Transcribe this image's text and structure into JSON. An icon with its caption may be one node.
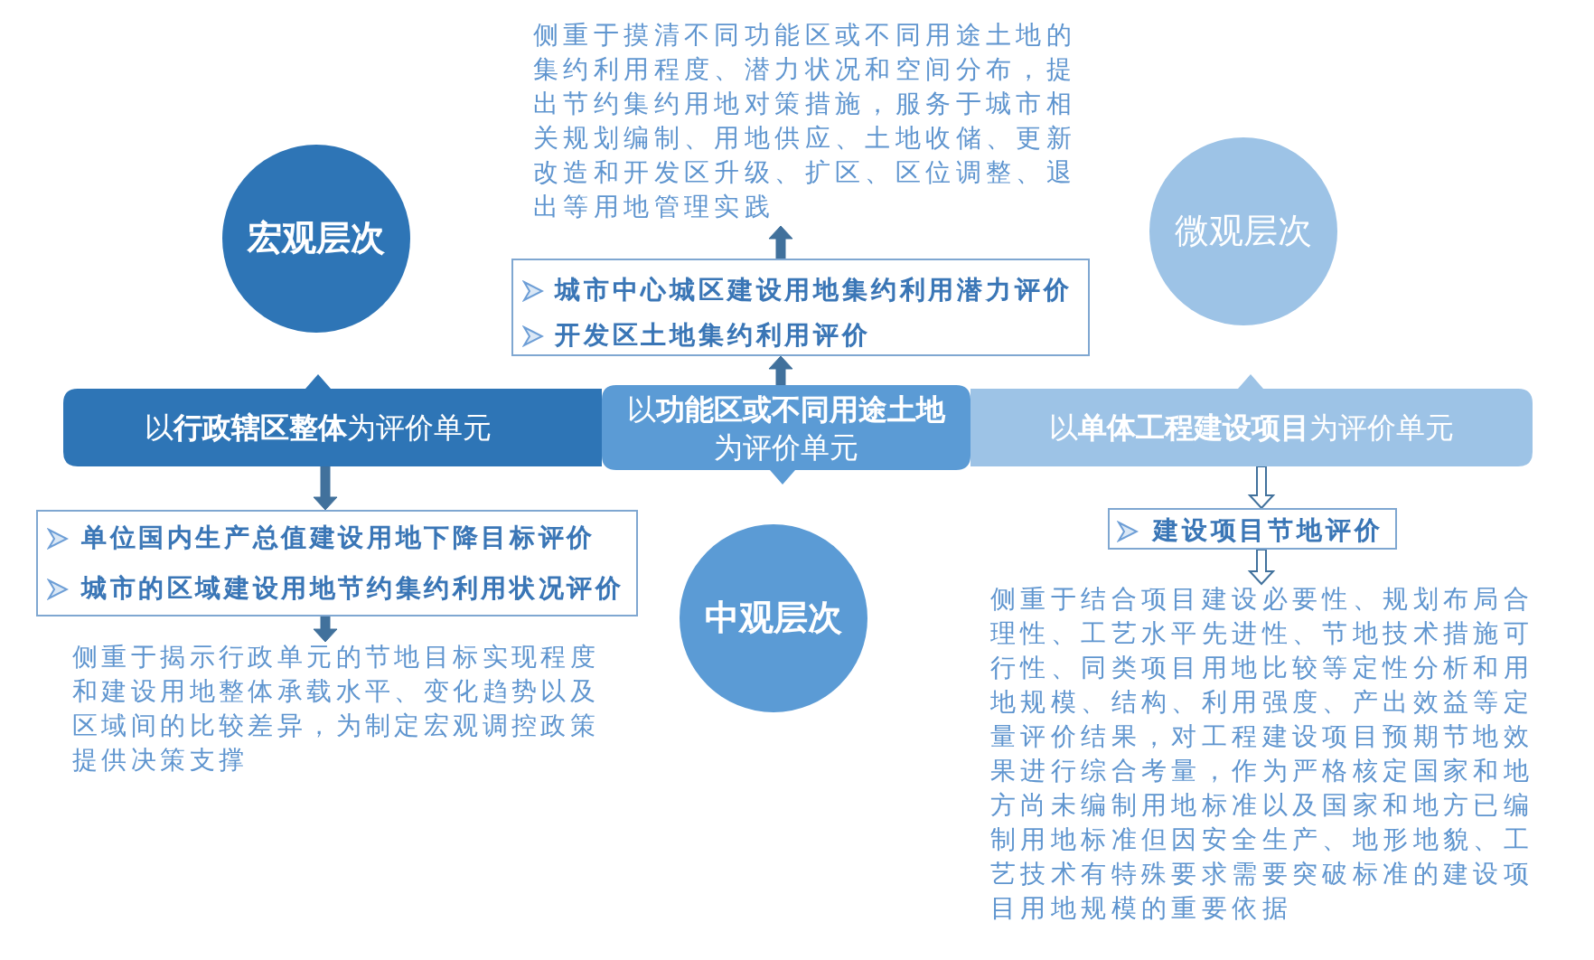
{
  "diagram": {
    "nodes": [
      {
        "text": [
          "侧重于摸清不同功能区或不同用途土地的集约利用程度、潜力状况和空间分布，提出节约集约用地对策措施，服务于城市相关规划编制、用地供应、土地收储、更新改造和开发区升级、扩区、区位调整、退出等用地管理实践"
        ]
      },
      {
        "text": [
          "宏观层次"
        ]
      },
      {
        "text": [
          "微观层次"
        ]
      },
      {
        "text": [
          "城市中心城区建设用地集约利用潜力评价",
          "开发区土地集约利用评价"
        ]
      },
      {
        "text": [
          "以**行政辖区整体**为评价单元"
        ]
      },
      {
        "text": [
          "以**功能区或不同用途土地**为评价单元"
        ]
      },
      {
        "text": [
          "以**单体工程建设项目**为评价单元"
        ]
      },
      {
        "text": [
          "单位国内生产总值建设用地下降目标评价",
          "城市的区域建设用地节约集约利用状况评价"
        ]
      },
      {
        "text": [
          "建设项目节地评价"
        ]
      },
      {
        "text": [
          "中观层次"
        ]
      },
      {
        "text": [
          "侧重于揭示行政单元的节地目标实现程度和建设用地整体承载水平、变化趋势以及区域间的比较差异，为制定宏观调控政策提供决策支撑"
        ]
      },
      {
        "text": [
          "侧重于结合项目建设必要性、规划布局合理性、工艺水平先进性、节地技术措施可行性、同类项目用地比较等定性分析和用地规模、结构、利用强度、产出效益等定量评价结果，对工程建设项目预期节地效果进行综合考量，作为严格核定国家和地方尚未编制用地标准以及国家和地方已编制用地标准但因安全生产、地形地貌、工艺技术有特殊要求需要突破标准的建设项目用地规模的重要依据"
        ]
      }
    ],
    "edges": [
      {
        "from": 5,
        "to": 3,
        "arrow": "to"
      },
      {
        "from": 3,
        "to": 0,
        "arrow": "to"
      },
      {
        "from": 4,
        "to": 7,
        "arrow": "to"
      },
      {
        "from": 7,
        "to": 10,
        "arrow": "to"
      },
      {
        "from": 6,
        "to": 8,
        "arrow": "to"
      },
      {
        "from": 8,
        "to": 11,
        "arrow": "to"
      }
    ]
  }
}
